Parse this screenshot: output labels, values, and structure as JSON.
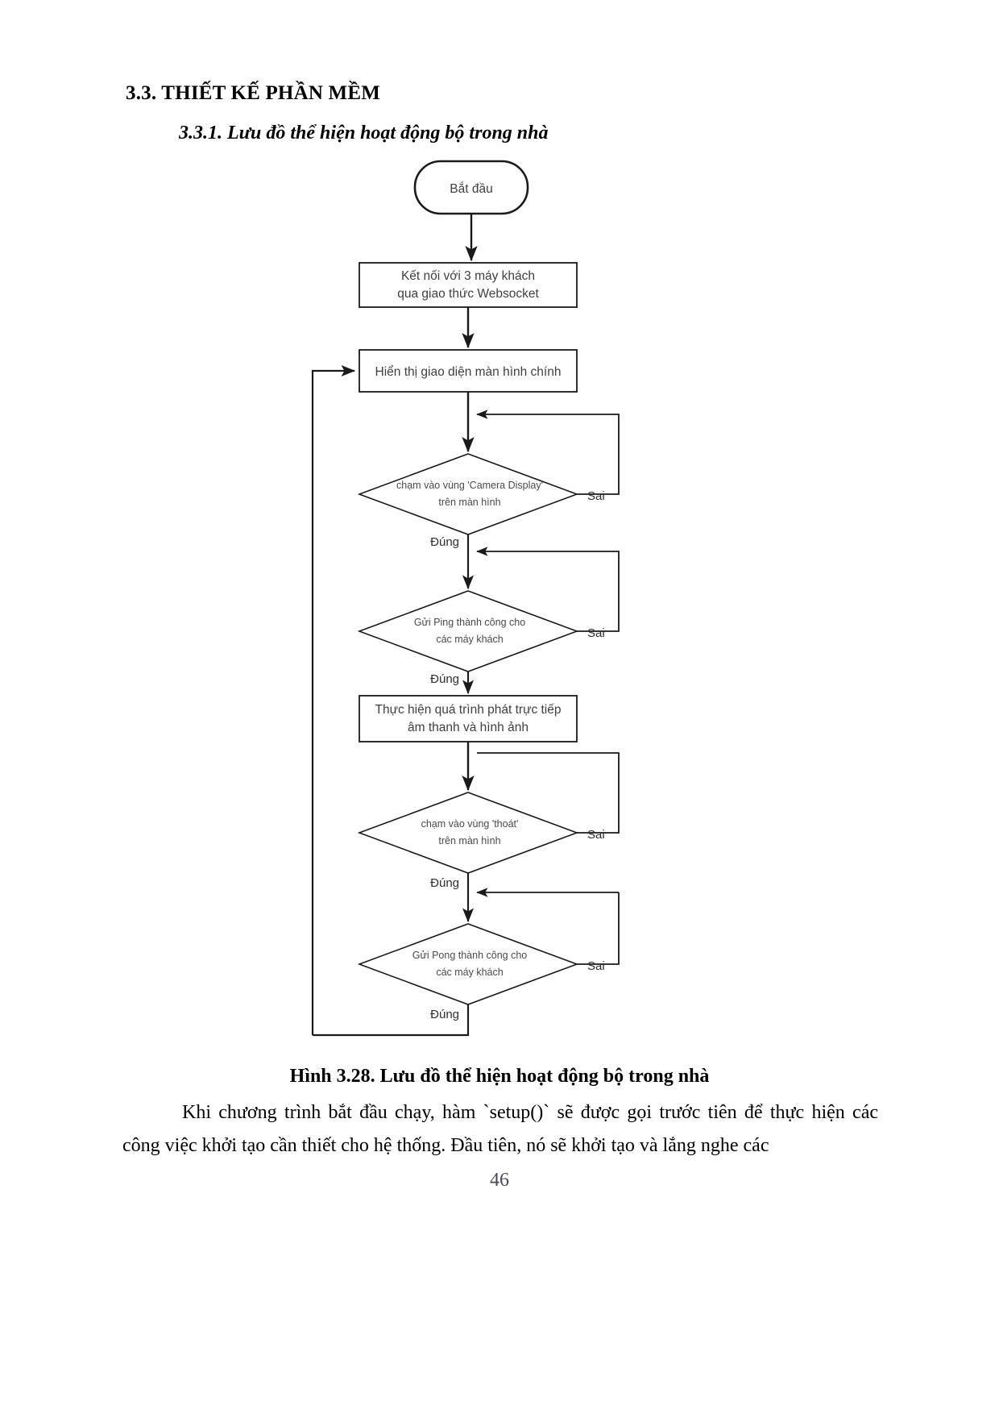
{
  "document": {
    "section_heading": "3.3. THIẾT KẾ PHẦN MỀM",
    "subsection_heading": "3.3.1. Lưu đồ thể hiện hoạt động bộ trong nhà",
    "figure_caption": "Hình 3.28. Lưu đồ thể hiện hoạt động bộ trong nhà",
    "body_paragraph": "Khi chương trình bắt đầu chạy, hàm `setup()` sẽ được gọi trước tiên để thực hiện các công việc khởi tạo cần thiết cho hệ thống. Đầu tiên, nó sẽ khởi tạo và lắng nghe các",
    "page_number": "46"
  },
  "flowchart": {
    "nodes": {
      "start": {
        "type": "terminator",
        "label": "Bắt đầu"
      },
      "connect": {
        "type": "process",
        "line1": "Kết nối với 3 máy khách",
        "line2": "qua giao thức Websocket"
      },
      "display": {
        "type": "process",
        "line1": "Hiển thị giao diện màn hình chính"
      },
      "decision_camera": {
        "type": "decision",
        "line1": "chạm vào vùng 'Camera Display'",
        "line2": "trên màn hình"
      },
      "decision_ping": {
        "type": "decision",
        "line1": "Gửi Ping thành công cho",
        "line2": "các máy khách"
      },
      "stream": {
        "type": "process",
        "line1": "Thực hiện quá trình phát trực tiếp",
        "line2": "âm thanh và hình ảnh"
      },
      "decision_exit": {
        "type": "decision",
        "line1": "chạm vào vùng 'thoát'",
        "line2": "trên màn hình"
      },
      "decision_pong": {
        "type": "decision",
        "line1": "Gửi Pong thành công cho",
        "line2": "các máy khách"
      }
    },
    "edge_labels": {
      "false_1": "Sai",
      "true_1": "Đúng",
      "false_2": "Sai",
      "true_2": "Đúng",
      "false_3": "Sai",
      "true_3": "Đúng",
      "false_4": "Sai",
      "true_4": "Đúng"
    },
    "colors": {
      "stroke": "#1a1a1a",
      "fill": "#ffffff",
      "text": "#3f3f3f"
    }
  }
}
